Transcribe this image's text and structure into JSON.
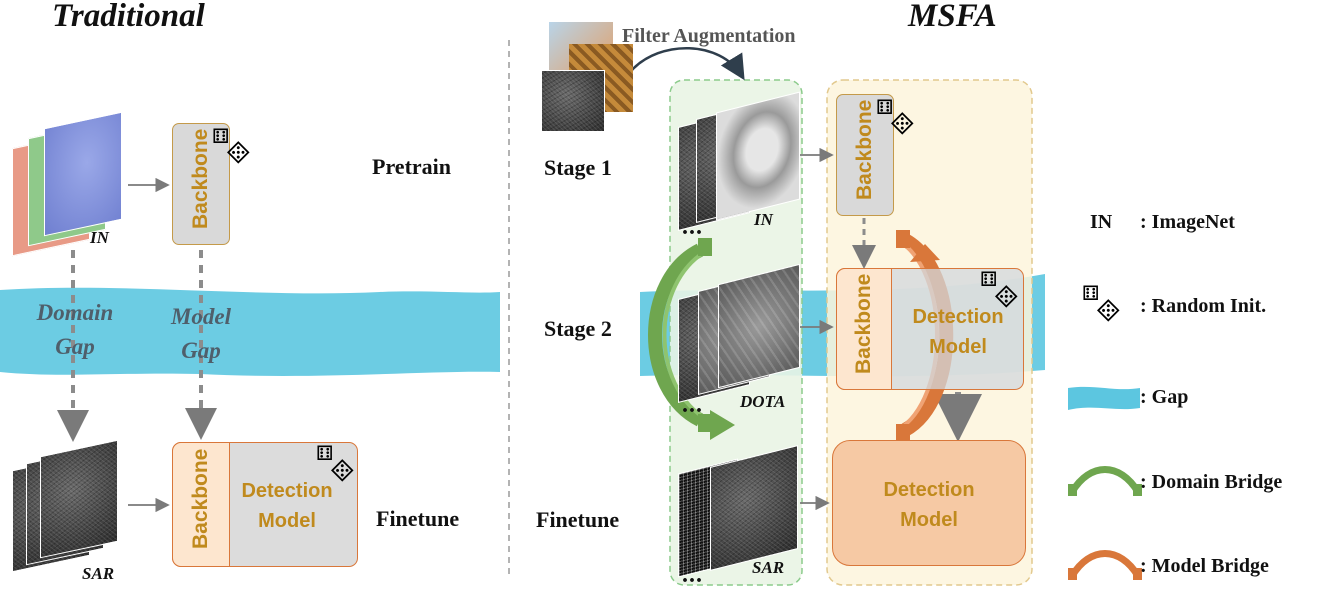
{
  "titles": {
    "left": "Traditional",
    "right": "MSFA"
  },
  "left": {
    "pretrain_label": "Pretrain",
    "finetune_label": "Finetune",
    "in_label": "IN",
    "sar_label": "SAR",
    "domain_gap_line1": "Domain",
    "domain_gap_line2": "Gap",
    "model_gap_line1": "Model",
    "model_gap_line2": "Gap",
    "backbone_top": "Backbone",
    "backbone_bottom": "Backbone",
    "detection_line1": "Detection",
    "detection_line2": "Model"
  },
  "right": {
    "filter_aug": "Filter Augmentation",
    "stage1": "Stage 1",
    "stage2": "Stage 2",
    "finetune": "Finetune",
    "in_label": "IN",
    "dota_label": "DOTA",
    "sar_label": "SAR",
    "ellipsis": "...",
    "backbone_s1": "Backbone",
    "backbone_s2": "Backbone",
    "detection_s2_line1": "Detection",
    "detection_s2_line2": "Model",
    "detection_ft_line1": "Detection",
    "detection_ft_line2": "Model"
  },
  "legend": {
    "in_key": "IN",
    "in_desc": ": ImageNet",
    "random_init": ": Random Init.",
    "gap": ": Gap",
    "domain_bridge": ": Domain Bridge",
    "model_bridge": ": Model Bridge"
  },
  "colors": {
    "gap": "#5cc6e0",
    "gold_text": "#c08a1d",
    "backbone_fill": "#d9d9d9",
    "backbone_border": "#c49a4a",
    "peach": "#fde6cf",
    "peach_strong": "#f6c9a4",
    "green_panel": "#e9f4e4",
    "yellow_panel": "#fdf5dc",
    "domain_bridge": "#6fa64f",
    "model_bridge": "#d9773a"
  }
}
